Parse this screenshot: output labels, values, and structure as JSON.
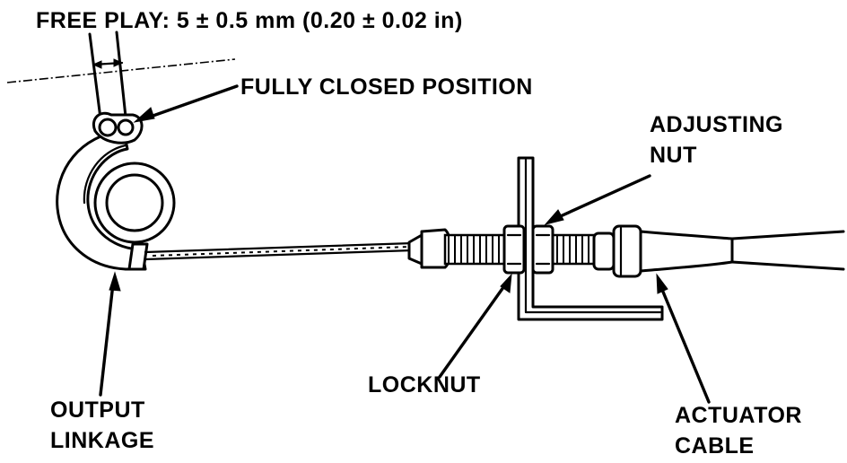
{
  "labels": {
    "free_play": "FREE PLAY: 5 ± 0.5 mm (0.20 ± 0.02 in)",
    "fully_closed": "FULLY CLOSED POSITION",
    "adjusting_nut_1": "ADJUSTING",
    "adjusting_nut_2": "NUT",
    "locknut": "LOCKNUT",
    "output_linkage_1": "OUTPUT",
    "output_linkage_2": "LINKAGE",
    "actuator_cable_1": "ACTUATOR",
    "actuator_cable_2": "CABLE"
  }
}
